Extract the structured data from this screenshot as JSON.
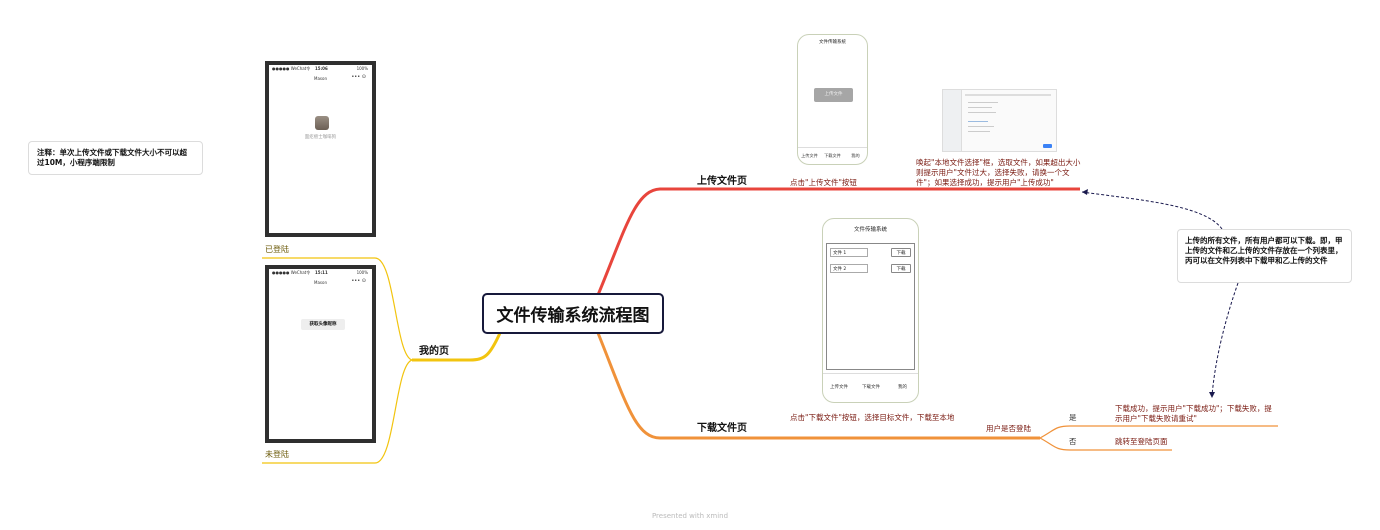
{
  "note": "注释：单次上传文件或下载文件大小不可以超过10M，小程序端限制",
  "central_topic": "文件传输系统流程图",
  "branches": {
    "my_page": "我的页",
    "upload_page": "上传文件页",
    "download_page": "下载文件页"
  },
  "my_page": {
    "logged_in_label": "已登陆",
    "logged_out_label": "未登陆",
    "phone_logged_in": {
      "status_left": "●●●●● WeChat令",
      "status_time": "15:06",
      "status_battery": "100%",
      "title": "Mason",
      "capsule": "•••  ⊙",
      "avatar_caption": "面疙瘩士咖啡狗"
    },
    "phone_logged_out": {
      "status_left": "●●●●● WeChat令",
      "status_time": "15:11",
      "status_battery": "100%",
      "title": "Mason",
      "capsule": "•••  ⊙",
      "button": "获取头像昵称"
    }
  },
  "upload": {
    "step": "点击\"上传文件\"按钮",
    "result": "唤起\"本地文件选择\"框，选取文件，如果超出大小则提示用户\"文件过大，选择失败，请换一个文件\"；如果选择成功，提示用户\"上传成功\"",
    "phone": {
      "title": "文件传输系统",
      "button": "上传文件",
      "tabs": [
        "上传文件",
        "下载文件",
        "我的"
      ]
    }
  },
  "download": {
    "step": "点击\"下载文件\"按钮，选择目标文件，下载至本地",
    "decision": "用户是否登陆",
    "yes": "是",
    "no": "否",
    "yes_result": "下载成功，提示用户\"下载成功\"；下载失败，提示用户\"下载失败请重试\"",
    "no_result": "跳转至登陆页面",
    "phone": {
      "title": "文件传输系统",
      "files": [
        {
          "name": "文件 1",
          "action": "下载"
        },
        {
          "name": "文件 2",
          "action": "下载"
        }
      ],
      "tabs": [
        "上传文件",
        "下载文件",
        "我的"
      ]
    }
  },
  "callout": "上传的所有文件，所有用户都可以下载。即，甲上传的文件和乙上传的文件存放在一个列表里，丙可以在文件列表中下载甲和乙上传的文件",
  "footer": "Presented with xmind",
  "colors": {
    "upload_branch": "#e8453c",
    "download_branch": "#f0923a",
    "my_branch": "#f2c40f",
    "central_border": "#17193b",
    "callout_arrow": "#1a1a4e"
  }
}
